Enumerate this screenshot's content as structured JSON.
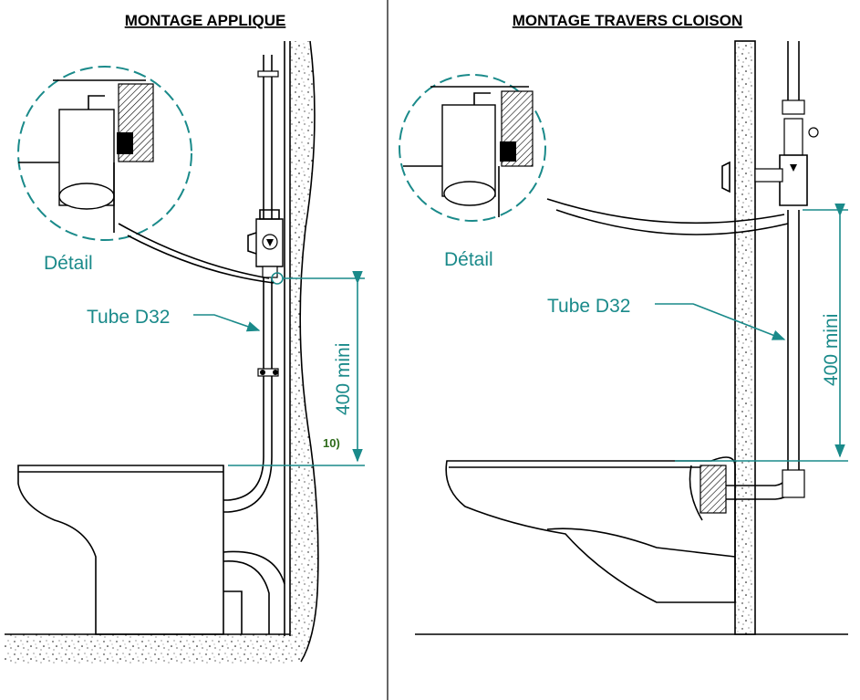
{
  "left_panel": {
    "title": "MONTAGE APPLIQUE",
    "detail_label": "Détail",
    "tube_label": "Tube D32",
    "dimension_label": "400 mini",
    "note_label": "10)"
  },
  "right_panel": {
    "title": "MONTAGE TRAVERS CLOISON",
    "detail_label": "Détail",
    "tube_label": "Tube D32",
    "dimension_label": "400 mini"
  },
  "colors": {
    "annotation": "#1a8a8a",
    "note": "#2e6b1a",
    "line": "#000000"
  }
}
